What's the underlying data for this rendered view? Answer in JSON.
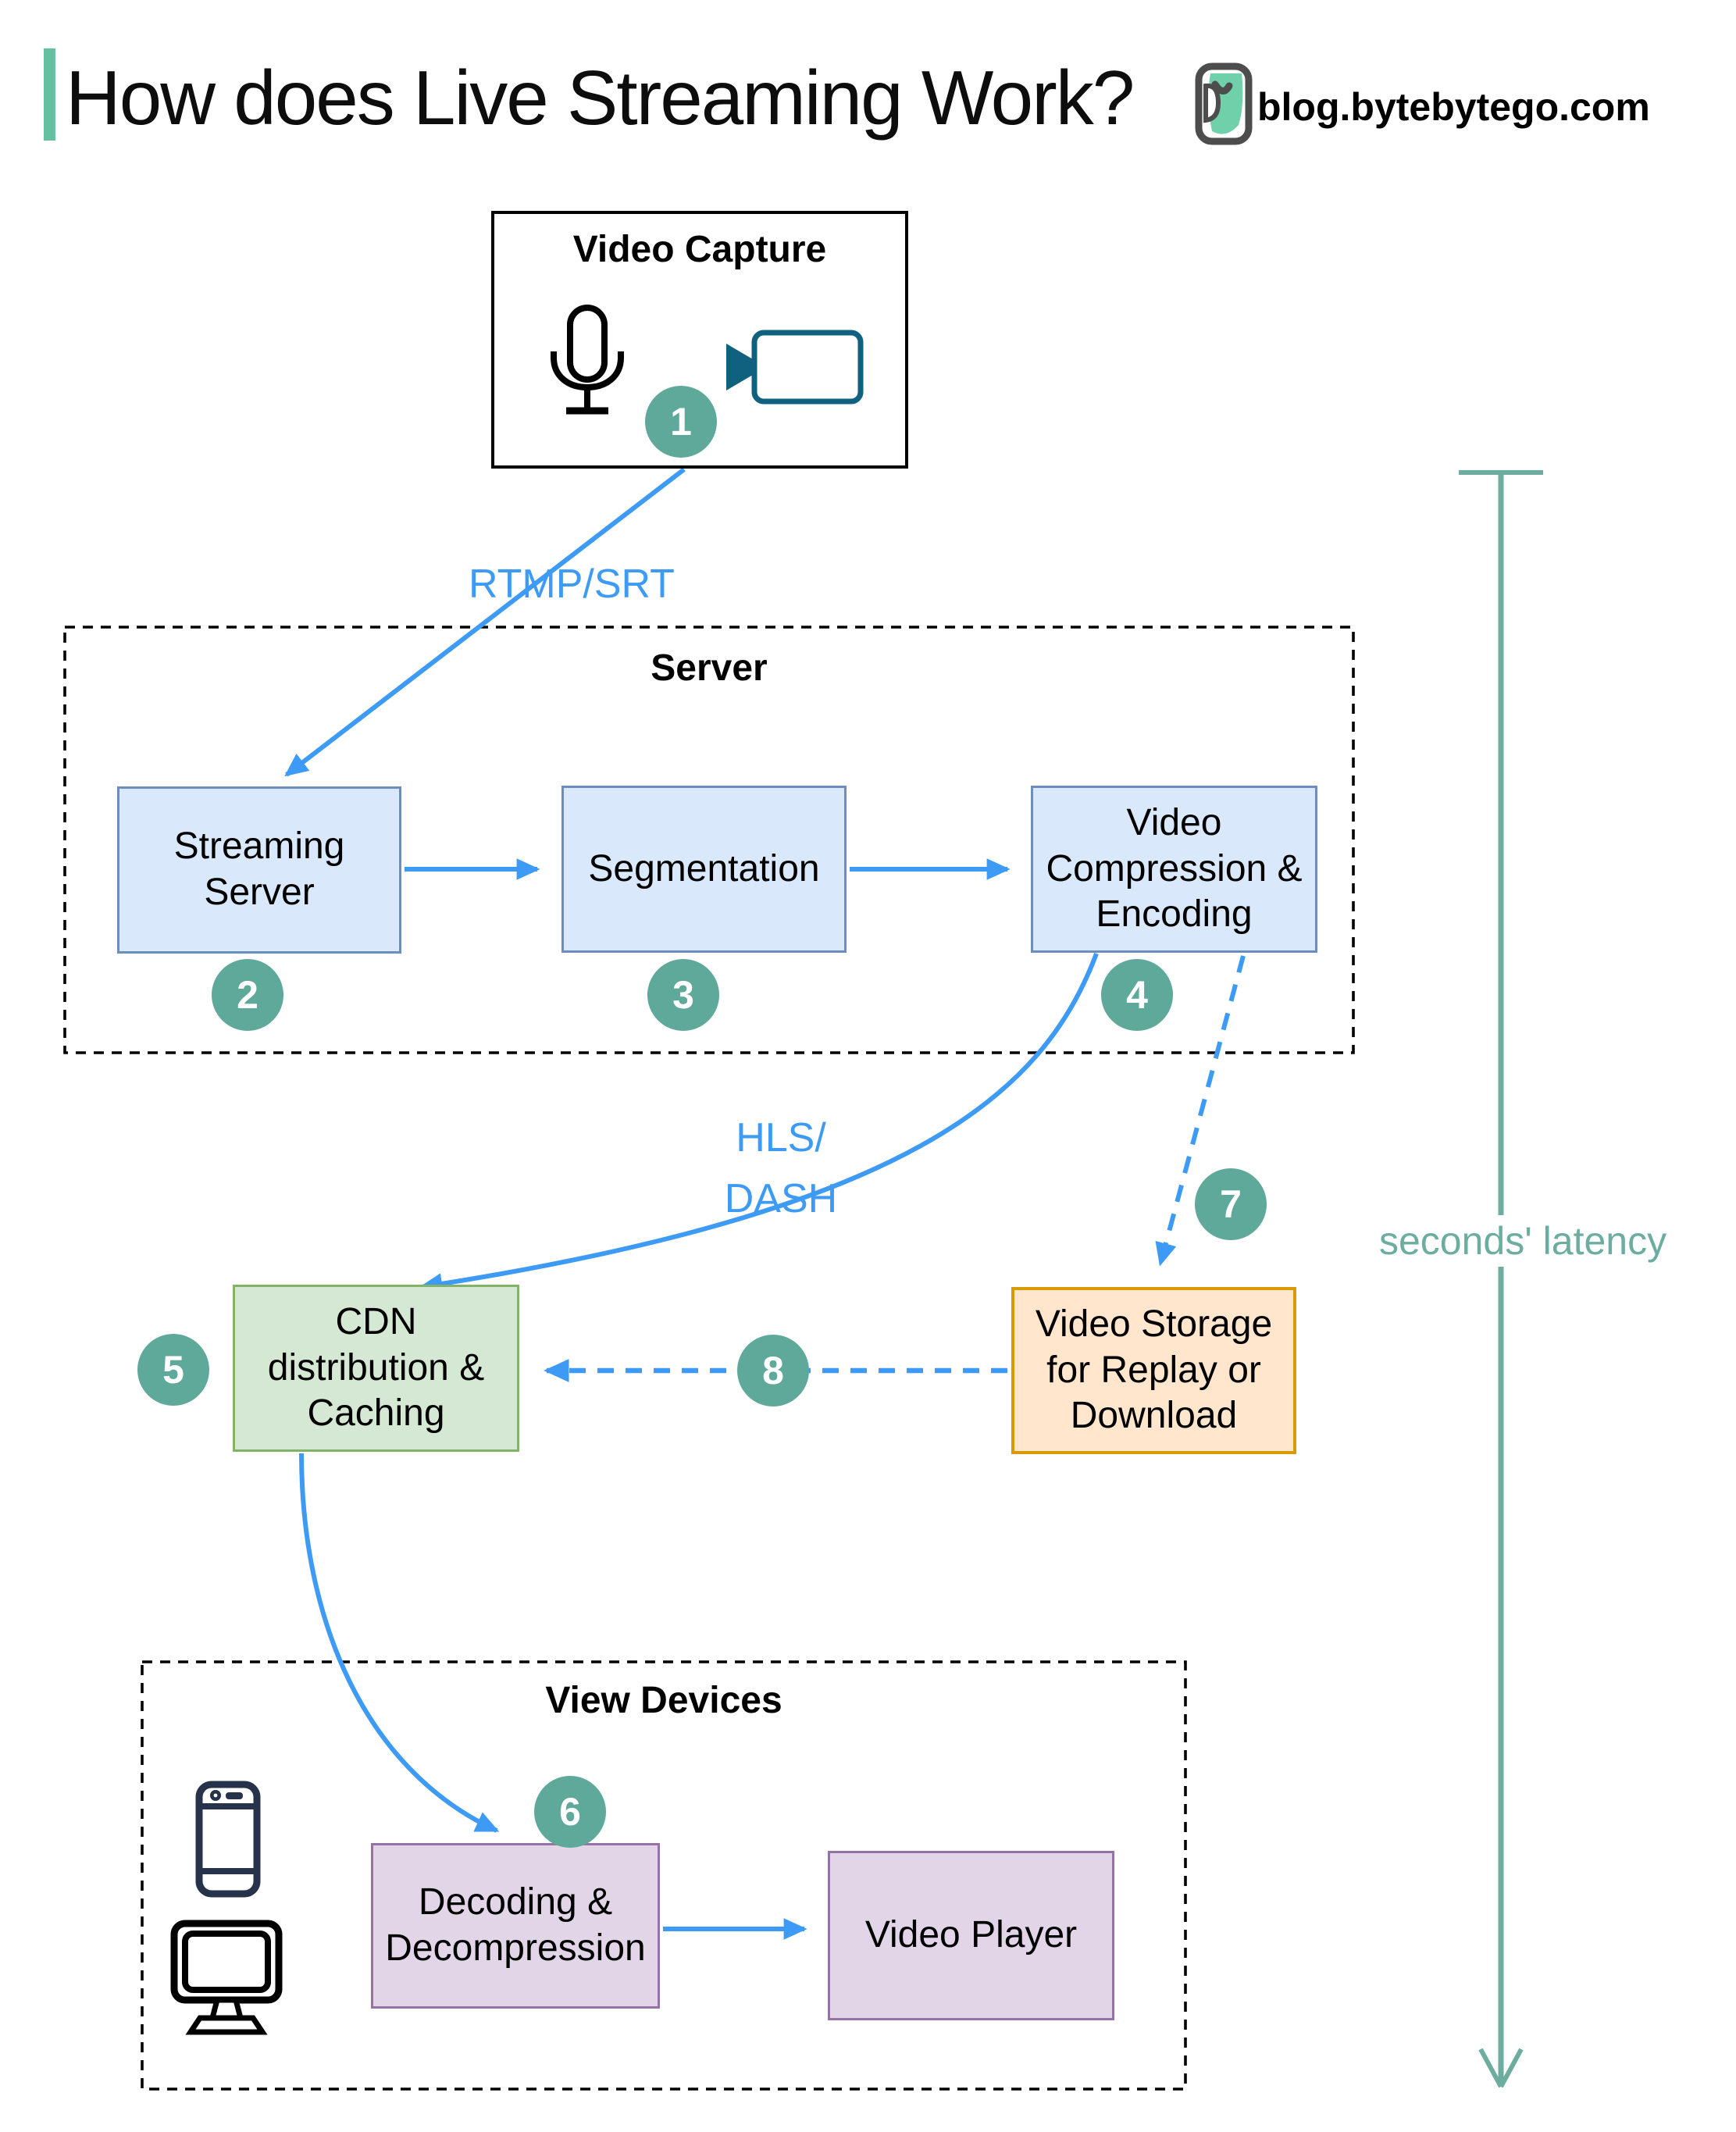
{
  "header": {
    "title": "How does Live Streaming Work?",
    "site": "blog.bytebytego.com"
  },
  "groups": {
    "video_capture": "Video Capture",
    "server": "Server",
    "view_devices": "View Devices"
  },
  "nodes": {
    "streaming_server": "Streaming Server",
    "segmentation": "Segmentation",
    "video_compression": "Video Compression & Encoding",
    "cdn": "CDN distribution & Caching",
    "video_storage": "Video Storage for Replay or Download",
    "decoding": "Decoding & Decompression",
    "video_player": "Video Player"
  },
  "edge_labels": {
    "rtmp": "RTMP/SRT",
    "hls_line1": "HLS/",
    "hls_line2": "DASH",
    "latency": "seconds' latency"
  },
  "steps": [
    "1",
    "2",
    "3",
    "4",
    "5",
    "6",
    "7",
    "8"
  ],
  "icons": [
    "microphone-icon",
    "video-camera-icon",
    "smartphone-icon",
    "monitor-icon",
    "bytebytego-owl-logo"
  ],
  "colors": {
    "accent_mint": "#63C1A1",
    "arrow_blue": "#3E9BF5",
    "step_teal": "#5FA99B",
    "latency_teal": "#6CAD9F",
    "box_blue_fill": "#DAE8FC",
    "box_blue_border": "#6C8EBF",
    "box_green_fill": "#D5E8D4",
    "box_green_border": "#82B366",
    "box_orange_fill": "#FFE6CC",
    "box_orange_border": "#D79B00",
    "box_purple_fill": "#E1D5E7",
    "box_purple_border": "#9673A6",
    "camera_teal": "#10617F",
    "phone_navy": "#26334A"
  }
}
